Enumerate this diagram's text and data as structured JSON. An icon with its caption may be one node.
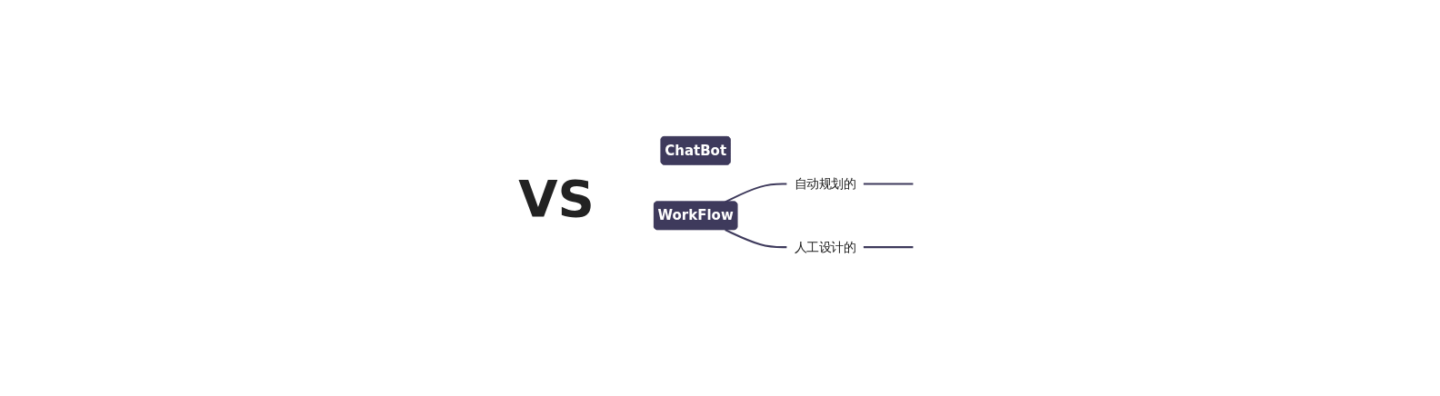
{
  "diagram": {
    "nodes": [
      {
        "text": [
          "ChatBot"
        ]
      },
      {
        "text": [
          "WorkFlow"
        ]
      },
      {
        "text": [
          "自动规划的"
        ]
      },
      {
        "text": [
          "人工设计的"
        ]
      }
    ],
    "edges": [
      {
        "from": 1,
        "to": 2,
        "arrow": "none"
      },
      {
        "from": 1,
        "to": 3,
        "arrow": "none"
      },
      {
        "from": 2,
        "to": null,
        "arrow": "none"
      },
      {
        "from": 3,
        "to": null,
        "arrow": "none"
      }
    ],
    "labels": [
      "VS"
    ]
  }
}
